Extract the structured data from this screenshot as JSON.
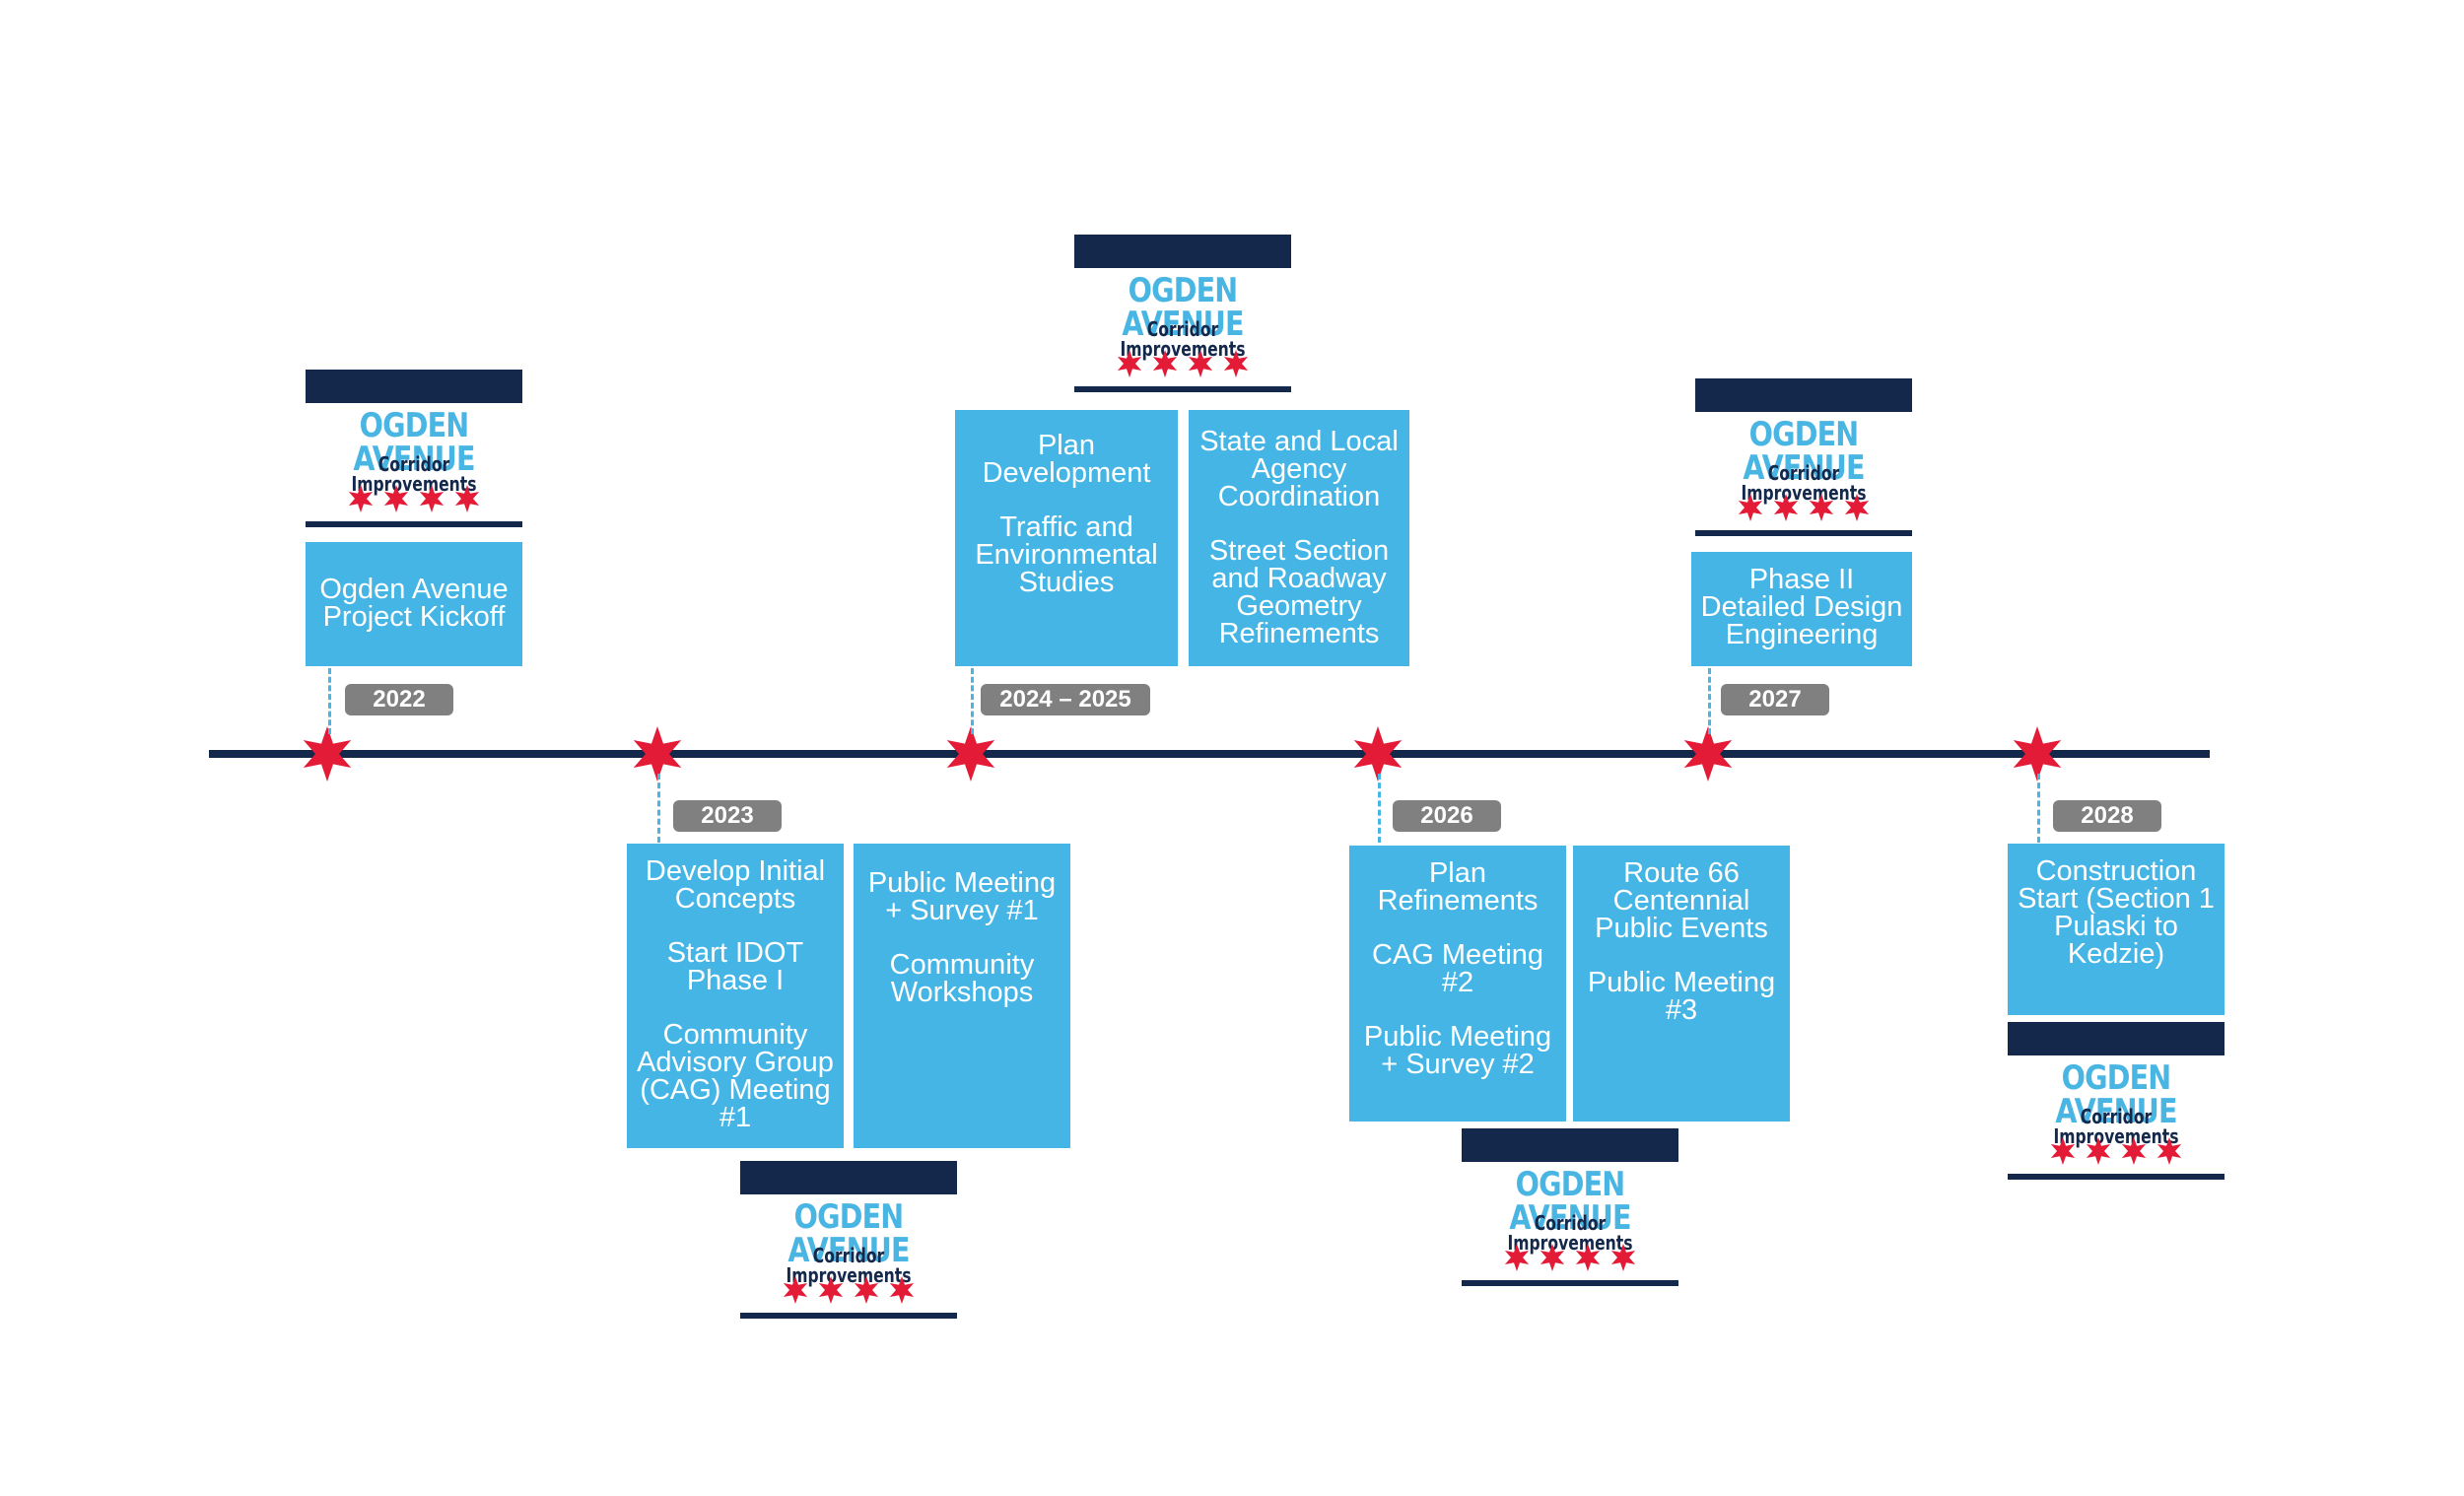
{
  "logo": {
    "title": "OGDEN AVENUE",
    "subtitle": "Corridor Improvements"
  },
  "milestones": [
    {
      "year": "2022",
      "items": [
        "Ogden Avenue Project Kickoff"
      ]
    },
    {
      "year": "2023",
      "items": [
        "Develop Initial Concepts",
        "Start IDOT Phase I",
        "Community Advisory Group (CAG) Meeting #1",
        "Public Meeting + Survey #1",
        "Community Workshops"
      ]
    },
    {
      "year": "2024 – 2025",
      "items": [
        "Plan Development",
        "Traffic and Environmental Studies",
        "State and Local Agency Coordination",
        "Street Section and Roadway Geometry Refinements"
      ]
    },
    {
      "year": "2026",
      "items": [
        "Plan Refinements",
        "CAG Meeting #2",
        "Public Meeting + Survey #2",
        "Route 66 Centennial Public Events",
        "Public Meeting #3"
      ]
    },
    {
      "year": "2027",
      "items": [
        "Phase II Detailed Design Engineering"
      ]
    },
    {
      "year": "2028",
      "items": [
        "Construction Start (Section 1 Pulaski to Kedzie)"
      ]
    }
  ],
  "colors": {
    "navy": "#14284b",
    "light_blue": "#45b5e5",
    "star_red": "#e31b37",
    "badge_gray": "#808080"
  }
}
